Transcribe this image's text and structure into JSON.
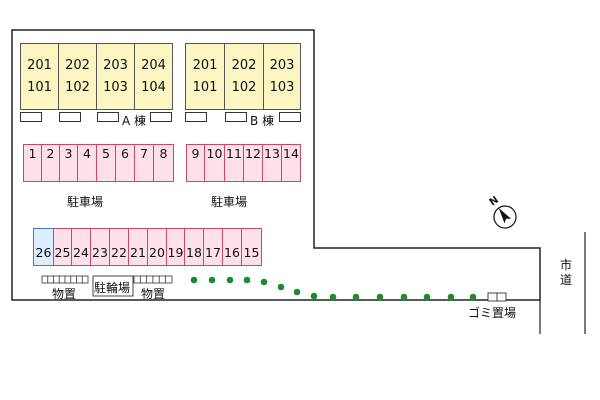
{
  "building_a": {
    "units_upper": [
      "201",
      "202",
      "203",
      "204"
    ],
    "units_lower": [
      "101",
      "102",
      "103",
      "104"
    ],
    "label": "A 棟"
  },
  "building_b": {
    "units_upper": [
      "201",
      "202",
      "203"
    ],
    "units_lower": [
      "101",
      "102",
      "103"
    ],
    "label": "B 棟"
  },
  "parking_row_top_left": [
    "1",
    "2",
    "3",
    "4",
    "5",
    "6",
    "7",
    "8"
  ],
  "parking_row_top_right": [
    "9",
    "10",
    "11",
    "12",
    "13",
    "14"
  ],
  "parking_row_bottom": [
    "26",
    "25",
    "24",
    "23",
    "22",
    "21",
    "20",
    "19",
    "18",
    "17",
    "16",
    "15"
  ],
  "labels": {
    "parking_left": "駐車場",
    "parking_right": "駐車場",
    "storage_left": "物置",
    "bicycle_parking": "駐輪場",
    "storage_right": "物置",
    "garbage": "ゴミ置場",
    "city_road": "市道",
    "north": "N"
  },
  "colors": {
    "building_fill": "#fbf6c2",
    "parking_fill": "#fde0ea",
    "parking_border": "#c44a6a",
    "accessible_fill": "#dceeff",
    "tree": "#1f8a2e"
  }
}
